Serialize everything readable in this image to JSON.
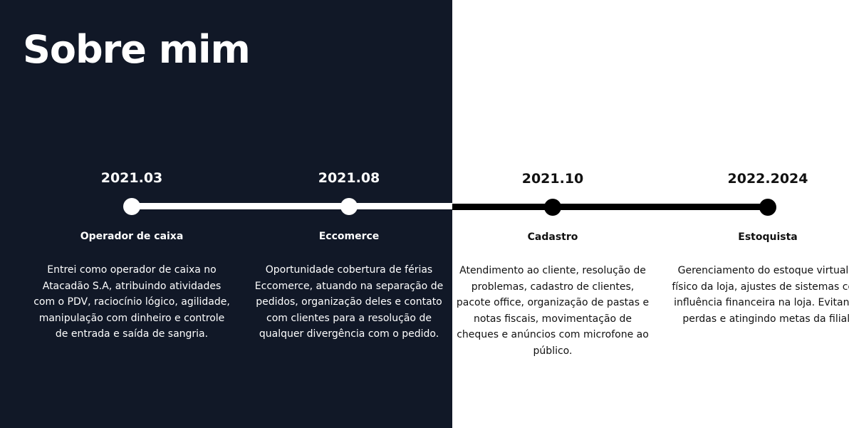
{
  "section": {
    "title": "Sobre mim"
  },
  "timeline": [
    {
      "year": "2021.03",
      "role": "Operador de caixa",
      "description": "Entrei como operador de caixa no Atacadão S.A, atribuindo atividades com o PDV, raciocínio lógico, agilidade, manipulação com dinheiro e controle de entrada e saída de sangria."
    },
    {
      "year": "2021.08",
      "role": "Eccomerce",
      "description": "Oportunidade cobertura de férias Eccomerce, atuando na separação de pedidos, organização deles e contato com clientes para a resolução de qualquer divergência com o pedido."
    },
    {
      "year": "2021.10",
      "role": "Cadastro",
      "description": "Atendimento ao cliente, resolução de problemas, cadastro de clientes, pacote office, organização de pastas e notas fiscais, movimentação de cheques e anúncios com microfone ao público."
    },
    {
      "year": "2022.2024",
      "role": "Estoquista",
      "description": "Gerenciamento do estoque virtual e físico da loja, ajustes de sistemas com influência financeira na loja. Evitando perdas e atingindo metas da filial."
    }
  ],
  "colors": {
    "dark_background": "#111827",
    "light_background": "#ffffff",
    "timeline_light": "#ffffff",
    "timeline_dark": "#000000"
  }
}
